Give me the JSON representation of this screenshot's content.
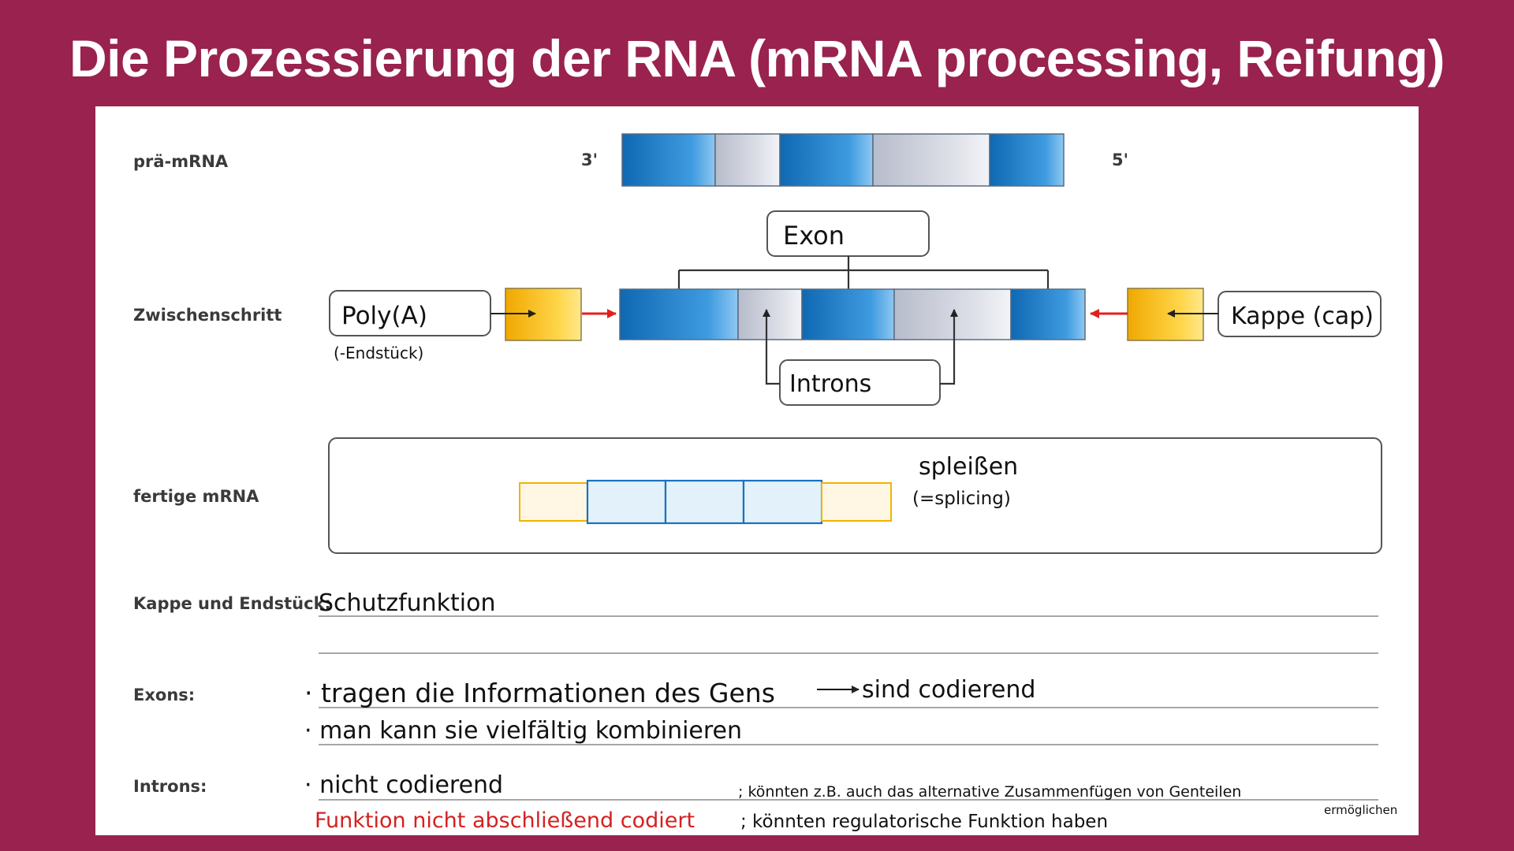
{
  "title": "Die Prozessierung der RNA (mRNA processing, Reifung)",
  "rows": {
    "pre_mrna": "prä-mRNA",
    "intermediate": "Zwischenschritt",
    "mature_mrna": "fertige mRNA",
    "cap_tail": "Kappe und Endstück:",
    "exons": "Exons:",
    "introns": "Introns:"
  },
  "ends": {
    "three_prime": "3'",
    "five_prime": "5'"
  },
  "callouts": {
    "exon": "Exon",
    "introns": "Introns",
    "poly_a": "Poly(A)",
    "poly_a_note": "(-Endstück)",
    "cap": "Kappe (cap)",
    "splicing": "spleißen",
    "splicing_note": "(=splicing)"
  },
  "notes": {
    "cap_tail_1": "Schutzfunktion",
    "exons_1": "· tragen die Informationen des Gens",
    "exons_1b": "sind codierend",
    "exons_2": "· man kann sie vielfältig kombinieren",
    "introns_1": "· nicht codierend",
    "introns_red": "Funktion nicht abschließend codiert",
    "introns_a": "; könnten z.B. auch das alternative Zusammenfügen von Genteilen",
    "introns_a2": "ermöglichen",
    "introns_b": "; könnten regulatorische Funktion haben"
  },
  "colors": {
    "background": "#99224f",
    "exon_blue": "#1a72bd",
    "intron_grey": "#c5c8d4",
    "cap_yellow": "#f0b400",
    "arrow_red": "#e02020",
    "note_red": "#d42121"
  }
}
